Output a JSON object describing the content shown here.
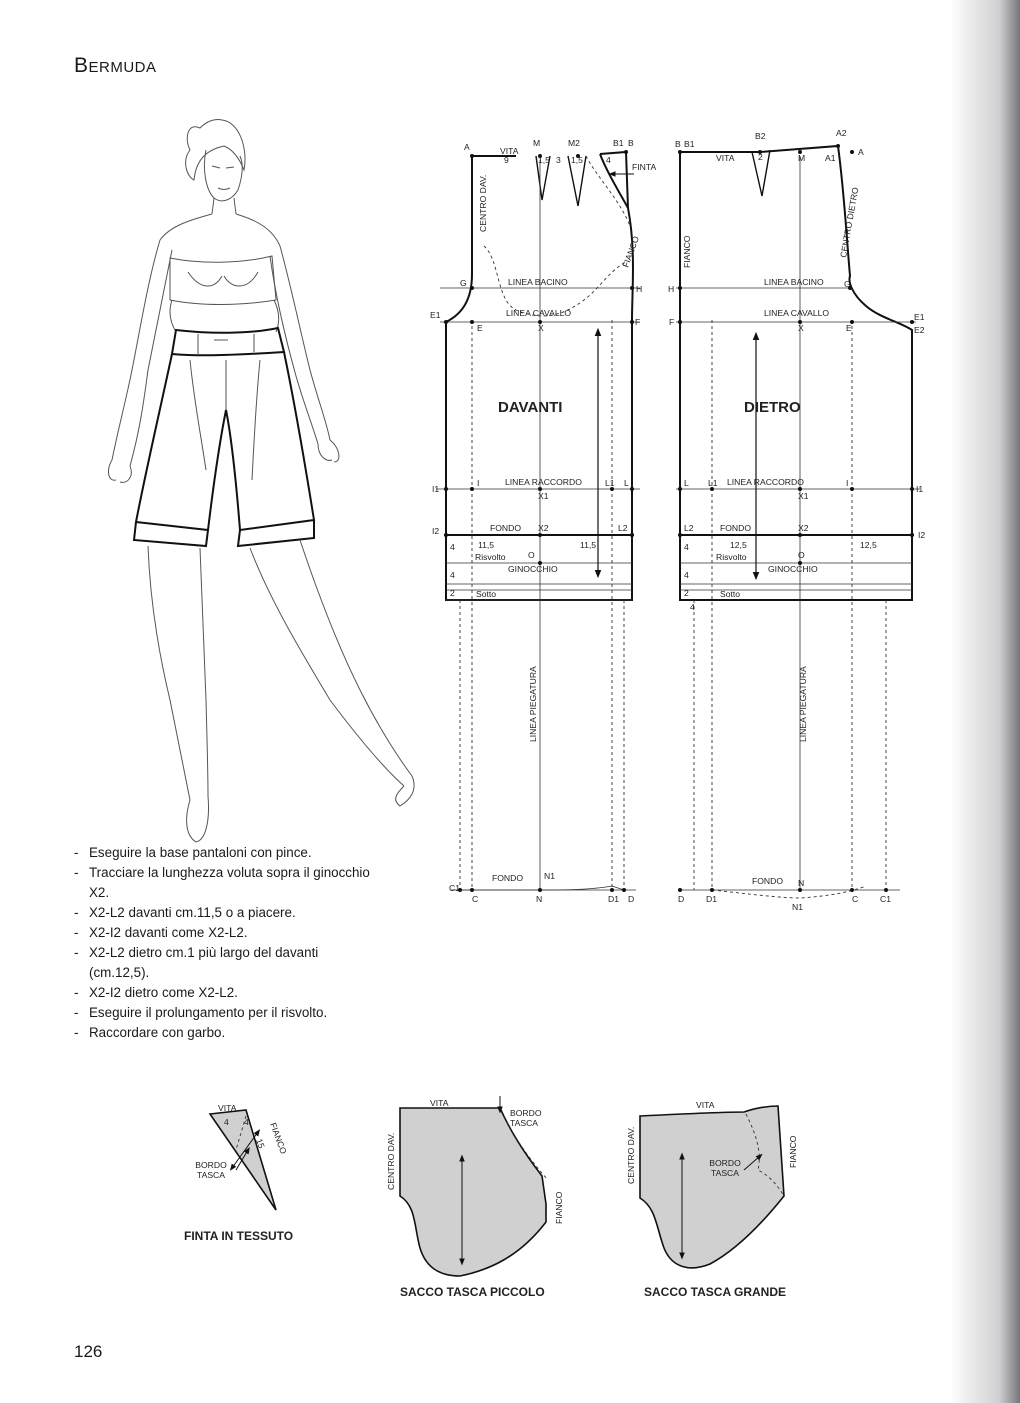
{
  "page": {
    "title": "Bermuda",
    "page_number": "126",
    "instructions": [
      "Eseguire la base pantaloni con pince.",
      "Tracciare la lunghezza voluta sopra il ginocchio X2.",
      "X2-L2 davanti cm.11,5 o a piacere.",
      "X2-I2 davanti come X2-L2.",
      "X2-L2 dietro cm.1 più largo del davanti (cm.12,5).",
      "X2-I2 dietro come X2-L2.",
      "Eseguire il prolungamento per il risvolto.",
      "Raccordare con garbo."
    ]
  },
  "front": {
    "name": "DAVANTI",
    "labels": {
      "vita": "VITA",
      "finta": "FINTA",
      "centro_dav": "CENTRO DAV.",
      "fianco": "FIANCO",
      "linea_bacino": "LINEA BACINO",
      "linea_cavallo": "LINEA CAVALLO",
      "linea_raccordo": "LINEA RACCORDO",
      "fondo": "FONDO",
      "risvolto": "Risvolto",
      "ginocchio": "GINOCCHIO",
      "sotto": "Sotto",
      "linea_piegatura": "LINEA PIEGATURA",
      "fondo_bottom": "FONDO"
    },
    "points": {
      "A": "A",
      "M": "M",
      "M2": "M2",
      "B1": "B1",
      "B": "B",
      "G": "G",
      "H": "H",
      "E1": "E1",
      "E": "E",
      "X": "X",
      "F": "F",
      "I1": "I1",
      "I": "I",
      "X1": "X1",
      "L1": "L1",
      "L": "L",
      "I2": "I2",
      "X2": "X2",
      "L2": "L2",
      "O": "O",
      "C1": "C1",
      "C": "C",
      "N": "N",
      "N1": "N1",
      "D1": "D1",
      "D": "D"
    },
    "measures": {
      "m9": "9",
      "m15a": "1,5",
      "m3": "3",
      "m15b": "1,5",
      "m4": "4",
      "left": "11,5",
      "right": "11,5",
      "r1": "4",
      "r2": "4",
      "r3": "2"
    }
  },
  "back": {
    "name": "DIETRO",
    "labels": {
      "vita": "VITA",
      "fianco": "FIANCO",
      "centro_dietro": "CENTRO DIETRO",
      "linea_bacino": "LINEA BACINO",
      "linea_cavallo": "LINEA CAVALLO",
      "linea_raccordo": "LINEA RACCORDO",
      "fondo": "FONDO",
      "risvolto": "Risvolto",
      "ginocchio": "GINOCCHIO",
      "sotto": "Sotto",
      "linea_piegatura": "LINEA PIEGATURA",
      "fondo_bottom": "FONDO"
    },
    "points": {
      "B": "B",
      "B1": "B1",
      "B2": "B2",
      "M": "M",
      "A1": "A1",
      "A2": "A2",
      "A": "A",
      "H": "H",
      "G": "G",
      "F": "F",
      "X": "X",
      "E": "E",
      "E1": "E1",
      "E2": "E2",
      "L": "L",
      "L1": "L1",
      "X1": "X1",
      "I": "I",
      "I1": "I1",
      "L2": "L2",
      "X2": "X2",
      "I2": "I2",
      "O": "O",
      "D": "D",
      "D1": "D1",
      "N": "N",
      "N1": "N1",
      "C": "C",
      "C1": "C1"
    },
    "measures": {
      "m2": "2",
      "left": "12,5",
      "right": "12,5",
      "r1": "4",
      "r2": "4",
      "r3": "2",
      "r4": "4"
    }
  },
  "pieces": {
    "finta": {
      "caption": "FINTA IN TESSUTO",
      "vita": "VITA",
      "fianco": "FIANCO",
      "bordo_tasca": "BORDO TASCA",
      "m4a": "4",
      "m4b": "4",
      "m15": "15"
    },
    "sacco_piccolo": {
      "caption": "SACCO TASCA PICCOLO",
      "vita": "VITA",
      "centro_dav": "CENTRO DAV.",
      "bordo_tasca": "BORDO TASCA",
      "fianco": "FIANCO"
    },
    "sacco_grande": {
      "caption": "SACCO TASCA GRANDE",
      "vita": "VITA",
      "centro_dav": "CENTRO DAV.",
      "bordo_tasca": "BORDO TASCA",
      "fianco": "FIANCO"
    }
  }
}
